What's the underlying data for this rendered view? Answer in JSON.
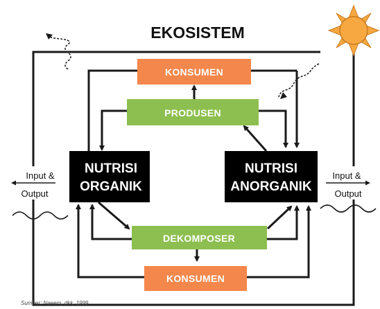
{
  "diagram": {
    "title": "EKOSISTEM",
    "nodes": {
      "konsumen_top": "KONSUMEN",
      "produsen": "PRODUSEN",
      "nutrisi_organik": [
        "NUTRISI",
        "ORGANIK"
      ],
      "nutrisi_anorganik": [
        "NUTRISI",
        "ANORGANIK"
      ],
      "dekomposer": "DEKOMPOSER",
      "konsumen_bottom": "KONSUMEN"
    },
    "input_output_left": [
      "Input &",
      "Output"
    ],
    "input_output_right": [
      "Input &",
      "Output"
    ],
    "source": "Sumber: Naeem, dkk, 1999"
  },
  "colors": {
    "orange": "#f4874b",
    "green": "#8dbf50",
    "black": "#000000",
    "sun": "#f7a840"
  },
  "icons": [
    "sun-icon",
    "heat-wave-icon"
  ]
}
